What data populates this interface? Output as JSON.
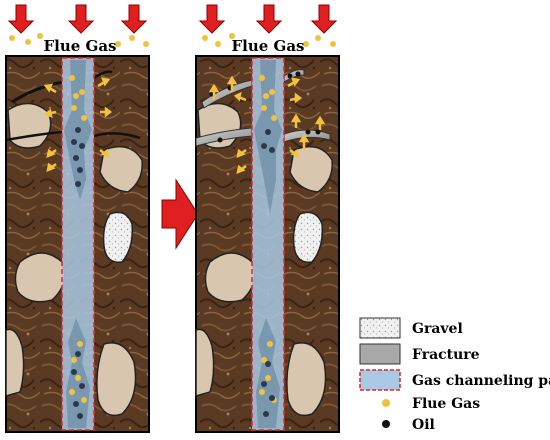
{
  "panels": [
    {
      "id": "before",
      "label": "Flue Gas"
    },
    {
      "id": "after",
      "label": "Flue Gas"
    }
  ],
  "legend": {
    "items": [
      {
        "key": "gravel",
        "label": "Gravel",
        "icon": "gravel-swatch-icon"
      },
      {
        "key": "fracture",
        "label": "Fracture",
        "icon": "fracture-swatch-icon"
      },
      {
        "key": "channel",
        "label": "Gas channeling path",
        "icon": "channel-swatch-icon"
      },
      {
        "key": "fluegas",
        "label": "Flue Gas",
        "icon": "flue-gas-dot-icon"
      },
      {
        "key": "oil",
        "label": "Oil",
        "icon": "oil-dot-icon"
      }
    ]
  },
  "colors": {
    "rock": "#5a3a22",
    "rock_dark": "#3b2412",
    "gravel": "#d8c7ae",
    "fracture": "#a9a9a9",
    "channel": "#a9c9e4",
    "channel_border": "#e0272b",
    "flue_gas": "#f2c23e",
    "oil": "#111111",
    "arrow": "#e02020"
  },
  "icons": {
    "inject_arrow": "down-arrow-icon",
    "transition_arrow": "right-arrow-icon"
  }
}
